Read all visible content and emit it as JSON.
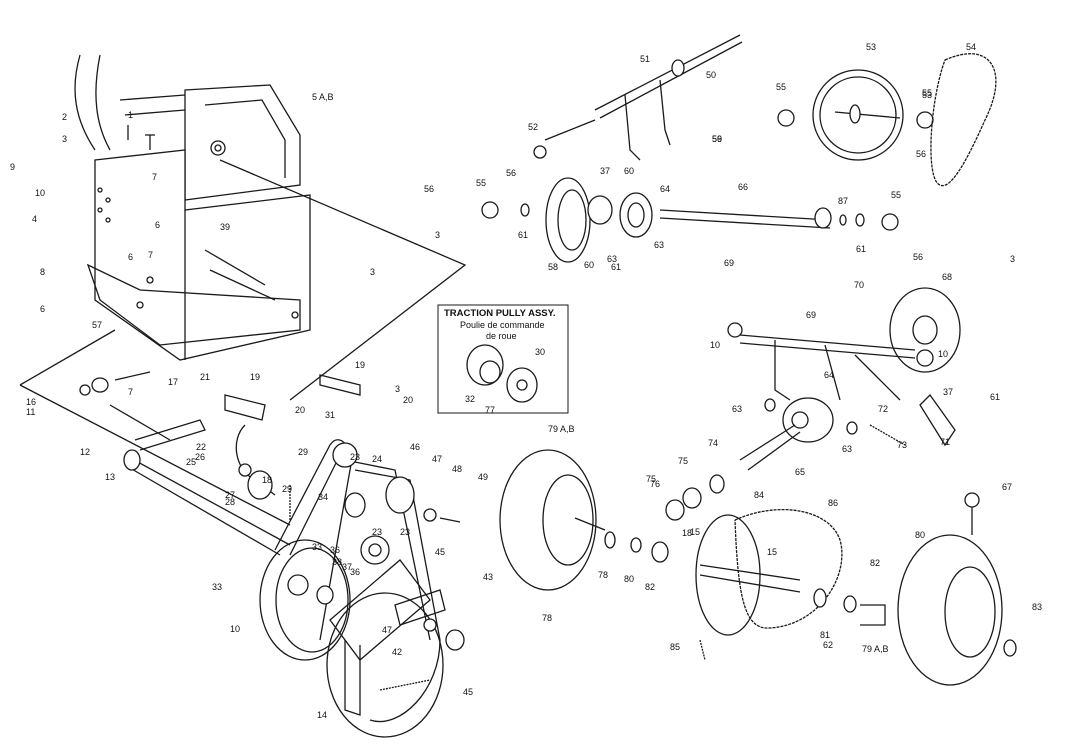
{
  "inset": {
    "title": "TRACTION PULLY ASSY.",
    "subtitle_line1": "Poulie de commande",
    "subtitle_line2": "de roue",
    "callouts": [
      "30",
      "32"
    ]
  },
  "callouts": [
    "1",
    "2",
    "3",
    "3",
    "3",
    "3",
    "3",
    "4",
    "5 A,B",
    "6",
    "6",
    "6",
    "7",
    "7",
    "7",
    "8",
    "9",
    "10",
    "10",
    "10",
    "10",
    "11",
    "12",
    "13",
    "14",
    "15",
    "15",
    "16",
    "17",
    "18",
    "18",
    "19",
    "19",
    "20",
    "20",
    "21",
    "22",
    "23",
    "23",
    "23",
    "24",
    "25",
    "26",
    "27",
    "28",
    "29",
    "29",
    "31",
    "33",
    "33",
    "34",
    "36",
    "36",
    "37",
    "37",
    "37",
    "38",
    "39",
    "42",
    "43",
    "45",
    "45",
    "46",
    "47",
    "47",
    "48",
    "49",
    "50",
    "51",
    "52",
    "53",
    "53",
    "54",
    "55",
    "55",
    "55",
    "55",
    "56",
    "56",
    "56",
    "56",
    "56",
    "57",
    "58",
    "59",
    "60",
    "60",
    "61",
    "61",
    "61",
    "61",
    "62",
    "63",
    "63",
    "63",
    "63",
    "64",
    "64",
    "65",
    "66",
    "67",
    "68",
    "69",
    "69",
    "70",
    "71",
    "72",
    "73",
    "74",
    "75",
    "75",
    "76",
    "77",
    "78",
    "78",
    "79 A,B",
    "79 A,B",
    "80",
    "80",
    "81",
    "82",
    "82",
    "83",
    "84",
    "85",
    "86",
    "87"
  ]
}
